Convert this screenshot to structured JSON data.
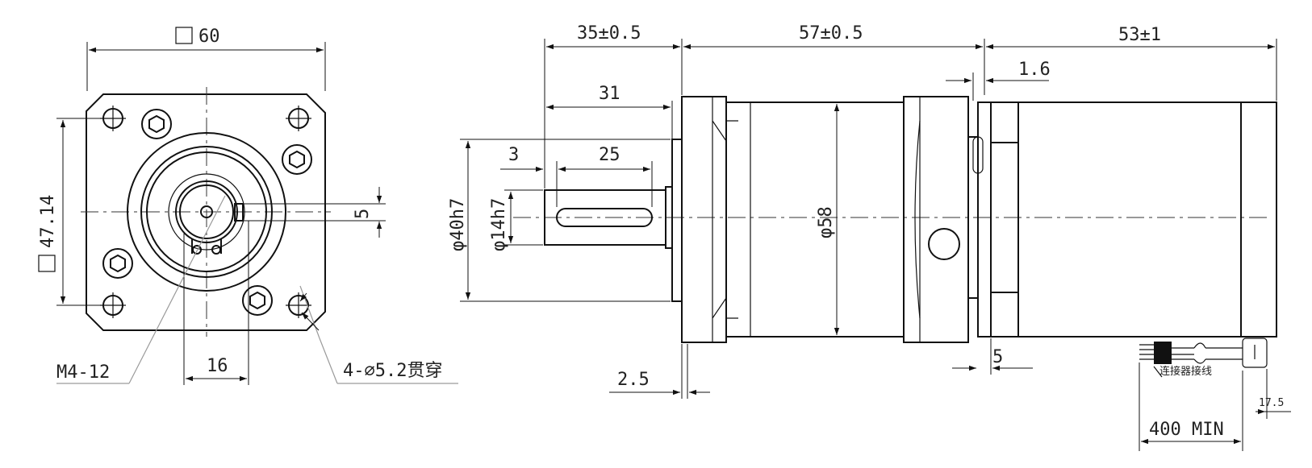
{
  "front_view": {
    "square_symbol": "□",
    "flange_width": "60",
    "bolt_spacing": "47.14",
    "keyway_width": "5",
    "shaft_offset": "16",
    "tapped_hole": "M4-12",
    "through_holes": "4-⌀5.2贯穿"
  },
  "side_view": {
    "gearbox_front_length": "35±0.5",
    "gearbox_body_length": "57±0.5",
    "motor_length": "53±1",
    "flange_gap": "1.6",
    "shaft_length": "31",
    "shaft_shoulder": "3",
    "key_length": "25",
    "pilot_diameter": "φ40h7",
    "shaft_diameter": "φ14h7",
    "body_diameter": "φ58",
    "flange_thickness": "2.5",
    "motor_step": "5",
    "lead_length": "400 MIN",
    "connector_length": "17.5",
    "connector_label": "连接器接线"
  },
  "colors": {
    "line": "#111111",
    "leader": "#9a9a9a",
    "background": "#ffffff"
  }
}
